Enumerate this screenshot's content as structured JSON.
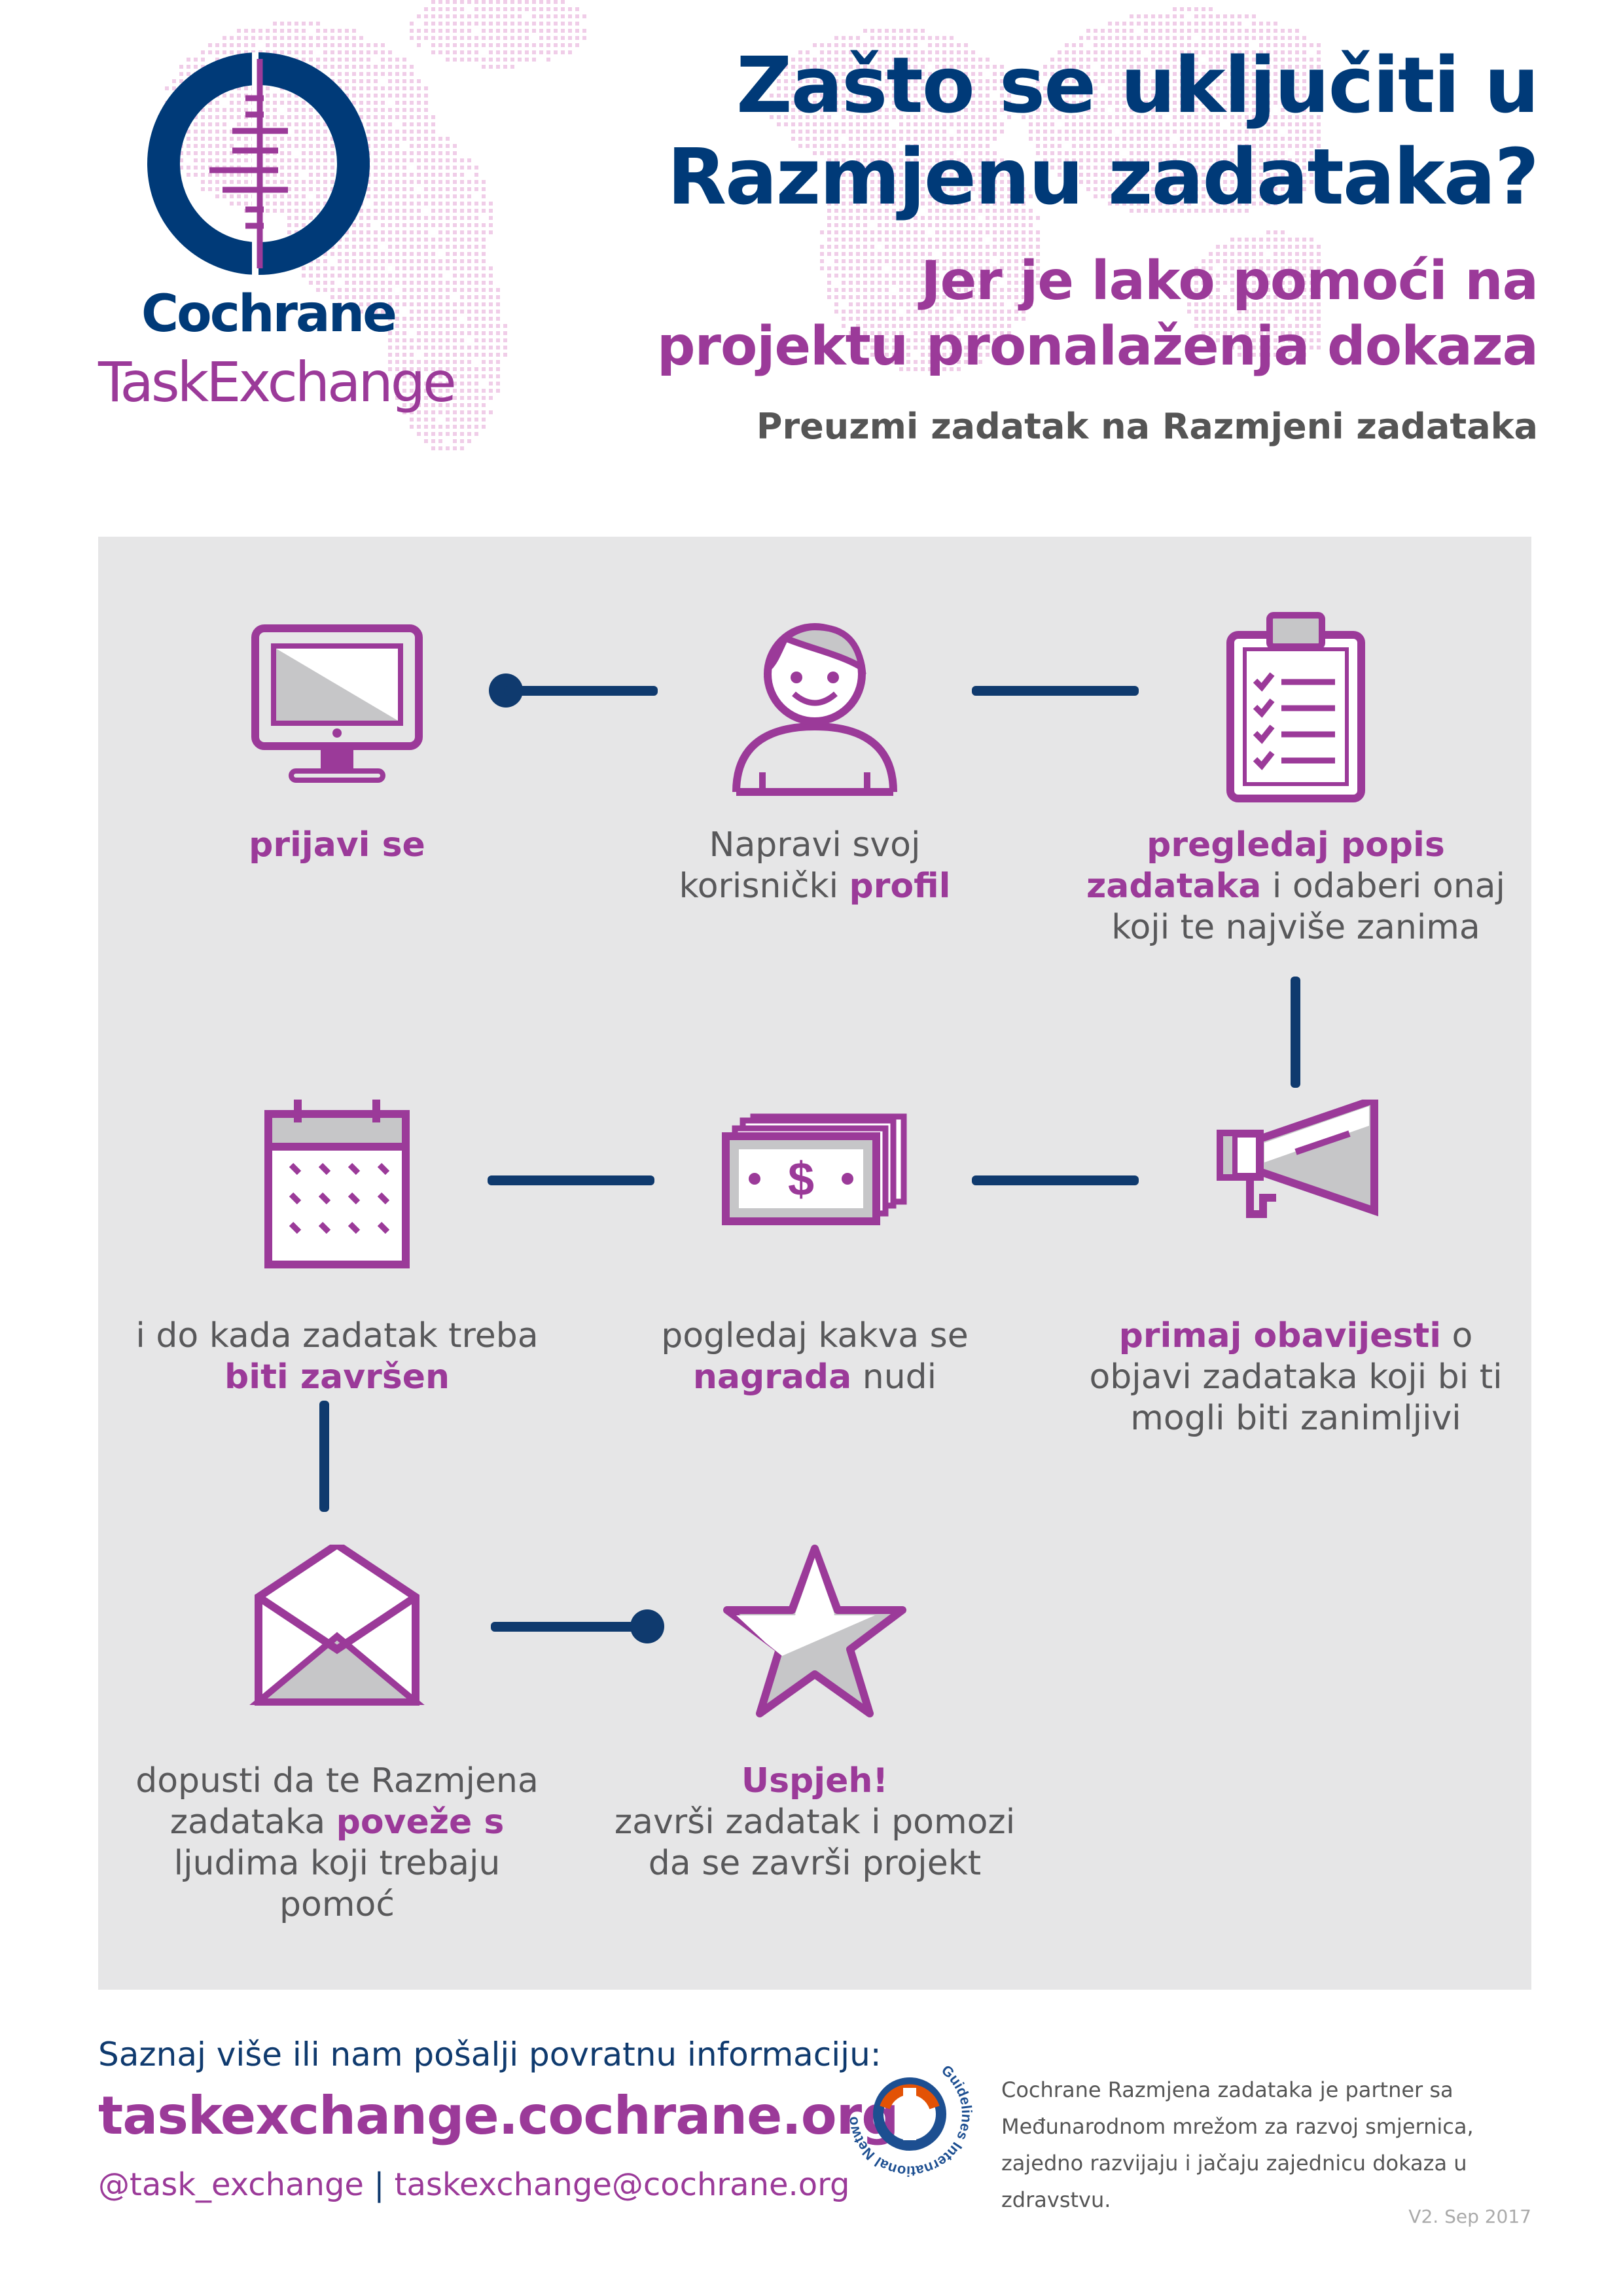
{
  "header": {
    "brand_top": "Cochrane",
    "brand_bottom": "TaskExchange",
    "title_line1": "Zašto se uključiti u",
    "title_line2": "Razmjenu zadataka?",
    "subtitle_line1": "Jer je lako pomoći na",
    "subtitle_line2": "projektu pronalaženja dokaza",
    "tagline": "Preuzmi zadatak na Razmjeni zadataka"
  },
  "colors": {
    "navy": "#003a78",
    "purple": "#9b3a99",
    "panel_gray": "#e6e6e7",
    "text_gray": "#58585a",
    "icon_fill_gray": "#c6c6c8"
  },
  "steps": [
    {
      "icon": "monitor-icon",
      "parts": [
        {
          "t": "prijavi se",
          "b": true
        }
      ]
    },
    {
      "icon": "user-icon",
      "parts": [
        {
          "t": "Napravi svoj\nkorisnički "
        },
        {
          "t": "profil",
          "b": true
        }
      ]
    },
    {
      "icon": "clipboard-icon",
      "parts": [
        {
          "t": "pregledaj popis\nzadataka",
          "b": true
        },
        {
          "t": " i odaberi onaj\nkoji te najviše zanima"
        }
      ]
    },
    {
      "icon": "megaphone-icon",
      "parts": [
        {
          "t": "primaj obavijesti",
          "b": true
        },
        {
          "t": " o\nobjavi zadataka koji bi ti\nmogli biti zanimljivi"
        }
      ]
    },
    {
      "icon": "money-icon",
      "parts": [
        {
          "t": "pogledaj kakva se\n"
        },
        {
          "t": "nagrada",
          "b": true
        },
        {
          "t": " nudi"
        }
      ]
    },
    {
      "icon": "calendar-icon",
      "parts": [
        {
          "t": "i do kada zadatak treba\n"
        },
        {
          "t": "biti završen",
          "b": true
        }
      ]
    },
    {
      "icon": "envelope-icon",
      "parts": [
        {
          "t": "dopusti da te Razmjena\nzadataka "
        },
        {
          "t": "poveže s",
          "b": true
        },
        {
          "t": "\nljudima koji trebaju\npomoć"
        }
      ]
    },
    {
      "icon": "star-icon",
      "parts": [
        {
          "t": "Uspjeh!",
          "b": true
        },
        {
          "t": "\nzavrši zadatak i pomozi\nda se završi projekt"
        }
      ]
    }
  ],
  "footer": {
    "intro": "Saznaj više ili nam pošalji povratnu informaciju:",
    "url": "taskexchange.cochrane.org",
    "twitter": "@task_exchange",
    "separator": " | ",
    "email": "taskexchange@cochrane.org",
    "gin_logo_text": "Guidelines International Network",
    "partner_line1": "Cochrane Razmjena zadataka je partner sa",
    "partner_line2": "Međunarodnom mrežom za razvoj smjernica,",
    "partner_line3": "zajedno razvijaju i jačaju zajednicu dokaza u zdravstvu.",
    "version": "V2. Sep 2017"
  }
}
